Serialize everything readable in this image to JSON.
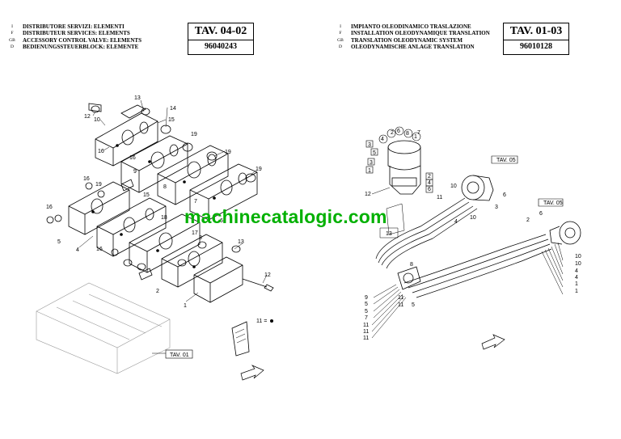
{
  "left_header": {
    "lines": [
      {
        "code": "I",
        "text": "DISTRIBUTORE SERVIZI: ELEMENTI"
      },
      {
        "code": "F",
        "text": "DISTRIBUTEUR SERVICES: ELEMENTS"
      },
      {
        "code": "GB",
        "text": "ACCESSORY CONTROL VALVE: ELEMENTS"
      },
      {
        "code": "D",
        "text": "BEDIENUNGSSTEUERBLOCK: ELEMENTE"
      }
    ],
    "tav": "TAV. 04-02",
    "number": "96040243"
  },
  "right_header": {
    "lines": [
      {
        "code": "I",
        "text": "IMPIANTO OLEODINAMICO TRASLAZIONE"
      },
      {
        "code": "F",
        "text": "INSTALLATION OLEODYNAMIQUE TRANSLATION"
      },
      {
        "code": "GB",
        "text": "TRANSLATION OLEODYNAMIC SYSTEM"
      },
      {
        "code": "D",
        "text": "OLEODYNAMISCHE ANLAGE TRANSLATION"
      }
    ],
    "tav": "TAV. 01-03",
    "number": "96010128"
  },
  "watermark": "machinecatalogic.com",
  "left_diagram": {
    "labels": [
      "13",
      "12",
      "10",
      "14",
      "15",
      "19",
      "16",
      "19",
      "9",
      "16",
      "19",
      "7",
      "8",
      "19",
      "16",
      "6",
      "19",
      "16",
      "15",
      "5",
      "18",
      "17",
      "4",
      "16",
      "3",
      "13",
      "2",
      "12",
      "1",
      "11 ="
    ],
    "ref_tag": "TAV. 01"
  },
  "right_diagram": {
    "labels": [
      "2",
      "6",
      "8",
      "1",
      "4",
      "3",
      "7",
      "5",
      "2",
      "4",
      "3",
      "6",
      "1",
      "12",
      "13",
      "TAV. 05",
      "10",
      "6",
      "11",
      "3",
      "4",
      "10",
      "TAV. 05",
      "2",
      "6",
      "10",
      "10",
      "4",
      "4",
      "1",
      "1",
      "8",
      "9",
      "5",
      "5",
      "7",
      "11",
      "11",
      "11",
      "11",
      "5",
      "11"
    ]
  }
}
